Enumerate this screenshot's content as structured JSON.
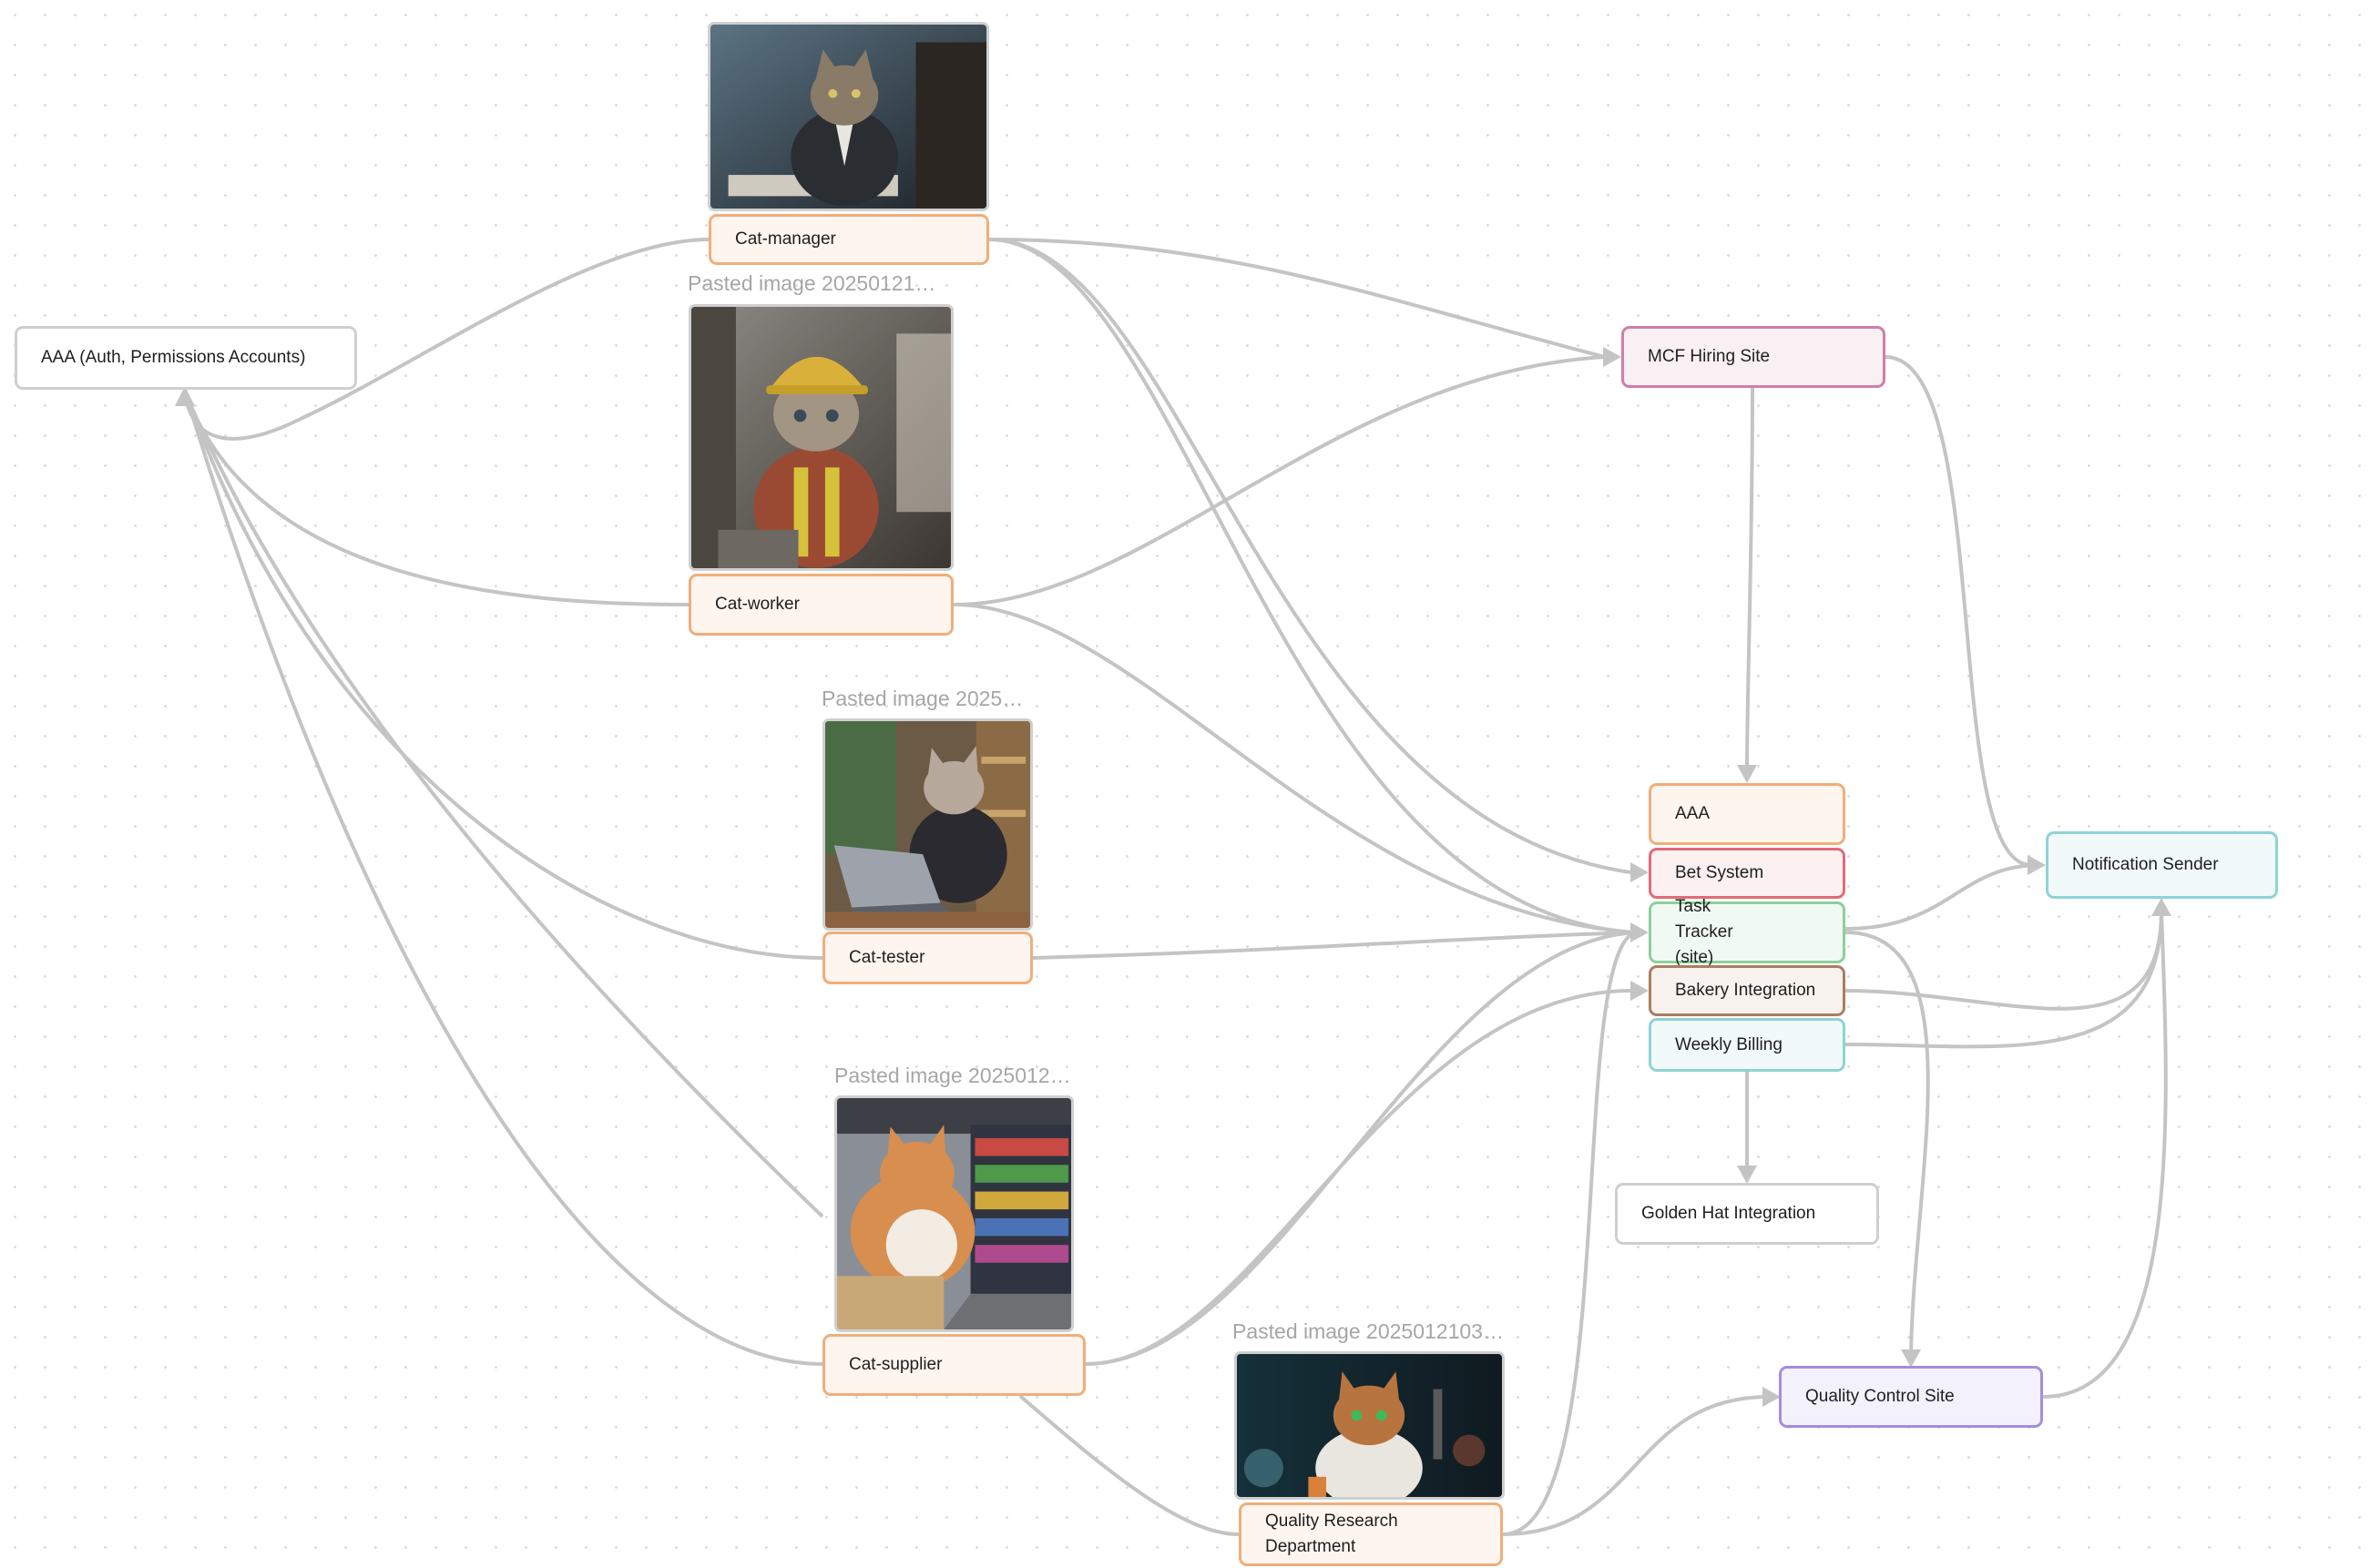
{
  "nodes": {
    "aaa_auth": "AAA (Auth, Permissions Accounts)",
    "cat_manager": "Cat-manager",
    "cat_worker": "Cat-worker",
    "cat_tester": "Cat-tester",
    "cat_supplier": "Cat-supplier",
    "quality_research": "Quality Research Department",
    "mcf_hiring": "MCF Hiring Site",
    "aaa": "AAA",
    "bet_system": "Bet System",
    "task_tracker": "Task Tracker (site)",
    "bakery": "Bakery Integration",
    "weekly_billing": "Weekly Billing",
    "golden_hat": "Golden Hat Integration",
    "notification": "Notification Sender",
    "quality_control": "Quality Control Site"
  },
  "captions": {
    "worker": "Pasted image 20250121…",
    "tester": "Pasted image 2025…",
    "supplier": "Pasted image 2025012…",
    "research": "Pasted image 2025012103…"
  },
  "images": {
    "manager": "cat-in-suit-at-desk-photo",
    "worker": "cat-in-hard-hat-photo",
    "tester": "cat-with-laptop-photo",
    "supplier": "cat-in-store-aisle-photo",
    "research": "cat-scientist-in-lab-photo"
  },
  "colors": {
    "edge": "#c4c4c4",
    "orange": "#f0ae7a",
    "pink": "#d07ea8",
    "red": "#e36a78",
    "green": "#8ccf9b",
    "brown": "#ab7d5f",
    "teal": "#8fd3d5",
    "purple": "#a38de0"
  }
}
